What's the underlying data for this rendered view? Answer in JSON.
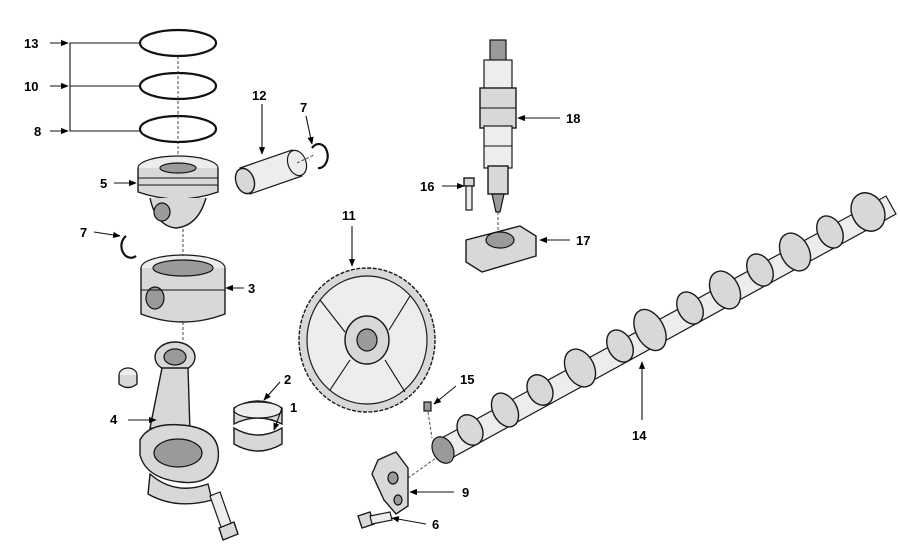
{
  "callouts": {
    "c1": "1",
    "c2": "2",
    "c3": "3",
    "c4": "4",
    "c5": "5",
    "c6": "6",
    "c7a": "7",
    "c7b": "7",
    "c8": "8",
    "c9": "9",
    "c10": "10",
    "c11": "11",
    "c12": "12",
    "c13": "13",
    "c14": "14",
    "c15": "15",
    "c16": "16",
    "c17": "17",
    "c18": "18"
  }
}
